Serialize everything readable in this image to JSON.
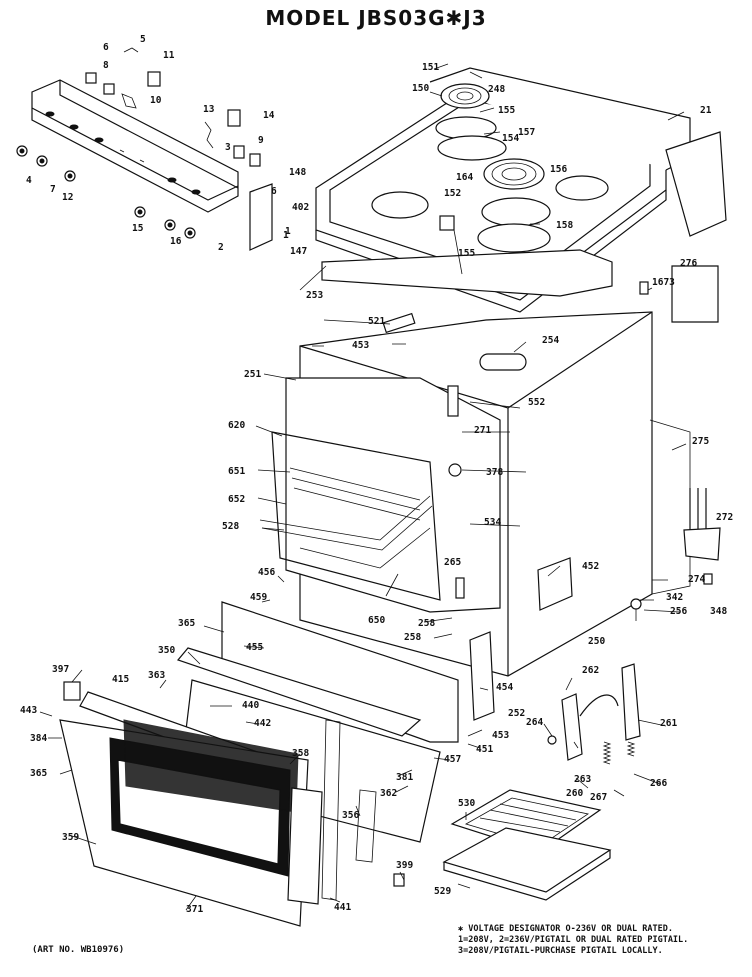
{
  "title": "MODEL JBS03G✱J3",
  "art_no": "(ART NO. WB10976)",
  "footnote": [
    "✱ VOLTAGE DESIGNATOR O-236V OR DUAL RATED.",
    "1=208V, 2=236V/PIGTAIL OR DUAL RATED PIGTAIL.",
    "3=208V/PIGTAIL-PURCHASE PIGTAIL LOCALLY."
  ],
  "parts": [
    {
      "id": "5"
    },
    {
      "id": "6"
    },
    {
      "id": "8"
    },
    {
      "id": "11"
    },
    {
      "id": "10"
    },
    {
      "id": "4"
    },
    {
      "id": "7"
    },
    {
      "id": "12"
    },
    {
      "id": "2"
    },
    {
      "id": "1"
    },
    {
      "id": "13"
    },
    {
      "id": "14"
    },
    {
      "id": "9"
    },
    {
      "id": "3"
    },
    {
      "id": "148"
    },
    {
      "id": "6"
    },
    {
      "id": "402"
    },
    {
      "id": "147"
    },
    {
      "id": "15"
    },
    {
      "id": "16"
    },
    {
      "id": "151"
    },
    {
      "id": "248"
    },
    {
      "id": "150"
    },
    {
      "id": "155"
    },
    {
      "id": "157"
    },
    {
      "id": "154"
    },
    {
      "id": "21"
    },
    {
      "id": "156"
    },
    {
      "id": "164"
    },
    {
      "id": "152"
    },
    {
      "id": "158"
    },
    {
      "id": "155"
    },
    {
      "id": "1"
    },
    {
      "id": "1673"
    },
    {
      "id": "276"
    },
    {
      "id": "253"
    },
    {
      "id": "521"
    },
    {
      "id": "453"
    },
    {
      "id": "254"
    },
    {
      "id": "251"
    },
    {
      "id": "552"
    },
    {
      "id": "271"
    },
    {
      "id": "620"
    },
    {
      "id": "275"
    },
    {
      "id": "651"
    },
    {
      "id": "378"
    },
    {
      "id": "652"
    },
    {
      "id": "534"
    },
    {
      "id": "528"
    },
    {
      "id": "272"
    },
    {
      "id": "265"
    },
    {
      "id": "452"
    },
    {
      "id": "274"
    },
    {
      "id": "456"
    },
    {
      "id": "342"
    },
    {
      "id": "459"
    },
    {
      "id": "650"
    },
    {
      "id": "256"
    },
    {
      "id": "348"
    },
    {
      "id": "365"
    },
    {
      "id": "258"
    },
    {
      "id": "455"
    },
    {
      "id": "258"
    },
    {
      "id": "250"
    },
    {
      "id": "350"
    },
    {
      "id": "262"
    },
    {
      "id": "397"
    },
    {
      "id": "415"
    },
    {
      "id": "363"
    },
    {
      "id": "454"
    },
    {
      "id": "443"
    },
    {
      "id": "440"
    },
    {
      "id": "252"
    },
    {
      "id": "264"
    },
    {
      "id": "261"
    },
    {
      "id": "384"
    },
    {
      "id": "442"
    },
    {
      "id": "453"
    },
    {
      "id": "451"
    },
    {
      "id": "358"
    },
    {
      "id": "365"
    },
    {
      "id": "457"
    },
    {
      "id": "263"
    },
    {
      "id": "381"
    },
    {
      "id": "260"
    },
    {
      "id": "362"
    },
    {
      "id": "267"
    },
    {
      "id": "266"
    },
    {
      "id": "356"
    },
    {
      "id": "530"
    },
    {
      "id": "359"
    },
    {
      "id": "399"
    },
    {
      "id": "529"
    },
    {
      "id": "371"
    },
    {
      "id": "441"
    }
  ]
}
